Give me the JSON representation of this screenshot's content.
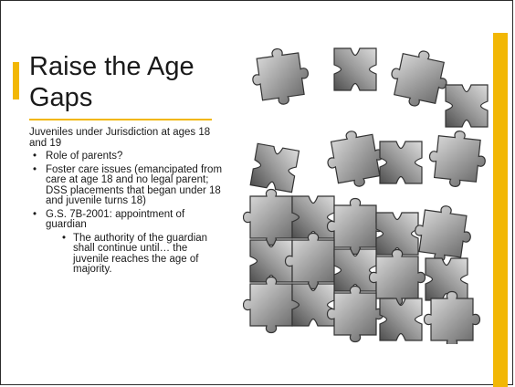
{
  "slide": {
    "title": "Raise the Age Gaps",
    "intro": "Juveniles under Jurisdiction at ages 18 and 19",
    "bullets": [
      "Role of parents?",
      "Foster care issues (emancipated from care at age 18 and no legal parent; DSS placements that began under 18 and juvenile turns 18)",
      "G.S. 7B-2001: appointment of guardian"
    ],
    "sub_bullets": [
      "The authority of the guardian shall continue until… the juvenile reaches the age of majority."
    ]
  },
  "image": {
    "icon": "puzzle-pieces-image"
  },
  "colors": {
    "accent": "#F2B705",
    "text": "#1a1a1a",
    "frame": "#2b2b2b"
  }
}
